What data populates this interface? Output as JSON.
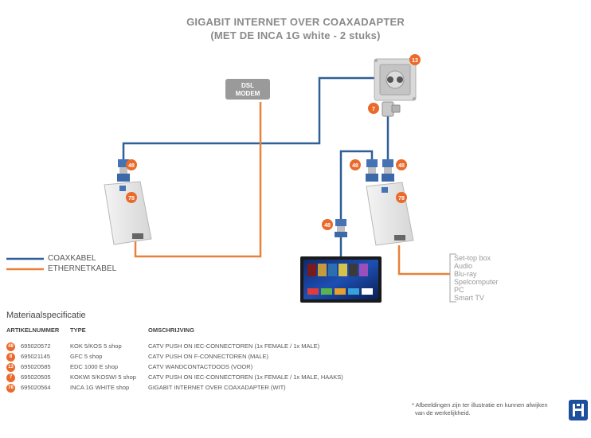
{
  "title": {
    "line1": "GIGABIT INTERNET OVER COAXADAPTER",
    "line2": "(MET DE INCA 1G white - 2 stuks)"
  },
  "modem": {
    "line1": "DSL",
    "line2": "MODEM"
  },
  "legend": {
    "coax": "COAXKABEL",
    "ethernet": "ETHERNETKABEL"
  },
  "colors": {
    "coax": "#2f5f96",
    "ethernet": "#e8823a",
    "badge": "#ea6a2c"
  },
  "badges": {
    "connector": "48",
    "wall": "13",
    "fconn": "7",
    "adapter": "78"
  },
  "devices": [
    "Set-top box",
    "Audio",
    "Blu-ray",
    "Spelcomputer",
    "PC",
    "Smart TV"
  ],
  "spec": {
    "title": "Materiaalspecificatie",
    "headers": {
      "article": "ARTIKELNUMMER",
      "type": "TYPE",
      "desc": "OMSCHRIJVING"
    },
    "rows": [
      {
        "badge": "48",
        "article": "695020572",
        "type": "KOK 5/KOS 5 shop",
        "desc": "CATV PUSH ON IEC-CONNECTOREN (1x FEMALE / 1x MALE)"
      },
      {
        "badge": "8",
        "article": "695021145",
        "type": "GFC 5 shop",
        "desc": "CATV PUSH ON F-CONNECTOREN (MALE)"
      },
      {
        "badge": "13",
        "article": "695020585",
        "type": "EDC 1000 E shop",
        "desc": "CATV WANDCONTACTDOOS (VOOR)"
      },
      {
        "badge": "7",
        "article": "695020505",
        "type": "KOKWI 5/KOSWI 5 shop",
        "desc": "CATV PUSH ON IEC-CONNECTOREN (1x FEMALE / 1x MALE, HAAKS)"
      },
      {
        "badge": "78",
        "article": "695020564",
        "type": "INCA 1G WHITE shop",
        "desc": "GIGABIT INTERNET OVER COAXADAPTER (WIT)"
      }
    ]
  },
  "footnote": {
    "line1": "* Afbeeldingen zijn ter illustratie en kunnen afwijken",
    "line2": "van de werkelijkheid."
  }
}
